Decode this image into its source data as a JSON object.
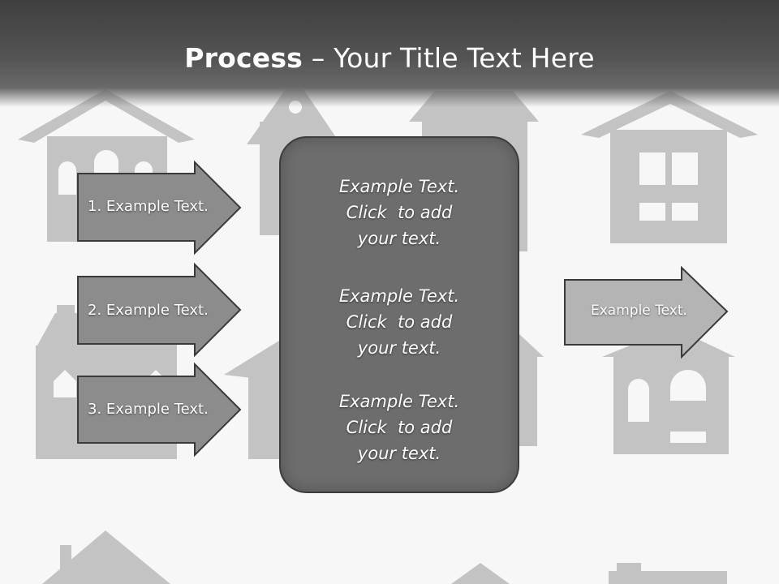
{
  "title": {
    "bold": "Process",
    "rest": " – Your Title Text Here"
  },
  "left_arrows": [
    {
      "label": "1. Example Text."
    },
    {
      "label": "2. Example Text."
    },
    {
      "label": "3. Example Text."
    }
  ],
  "center_box": {
    "blocks": [
      {
        "lines": [
          "Example Text.",
          "Click  to add",
          "your text."
        ]
      },
      {
        "lines": [
          "Example Text.",
          "Click  to add",
          "your text."
        ]
      },
      {
        "lines": [
          "Example Text.",
          "Click  to add",
          "your text."
        ]
      }
    ]
  },
  "right_arrow": {
    "label": "Example Text."
  },
  "colors": {
    "header": "#4a4a4a",
    "arrow_fill": "#8c8c8c",
    "right_arrow_fill": "#b4b4b4",
    "box_fill": "#6d6d6d",
    "house": "#c3c3c3"
  }
}
